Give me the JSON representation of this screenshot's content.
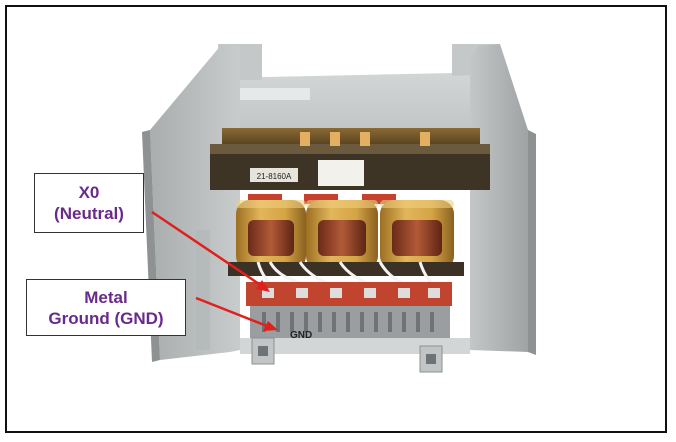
{
  "labels": {
    "x0": {
      "line1": "X0",
      "line2": "(Neutral)"
    },
    "gnd": {
      "line1": "Metal",
      "line2": "Ground (GND)"
    }
  },
  "photo_text": {
    "gnd_marking": "GND",
    "core_tag": "21-8160A"
  },
  "colors": {
    "label_text": "#6a2a8c",
    "arrow": "#e0201c",
    "enclosure": "#b8bcbd",
    "coil": "#c99a3c",
    "terminal_bar": "#c0442e"
  }
}
